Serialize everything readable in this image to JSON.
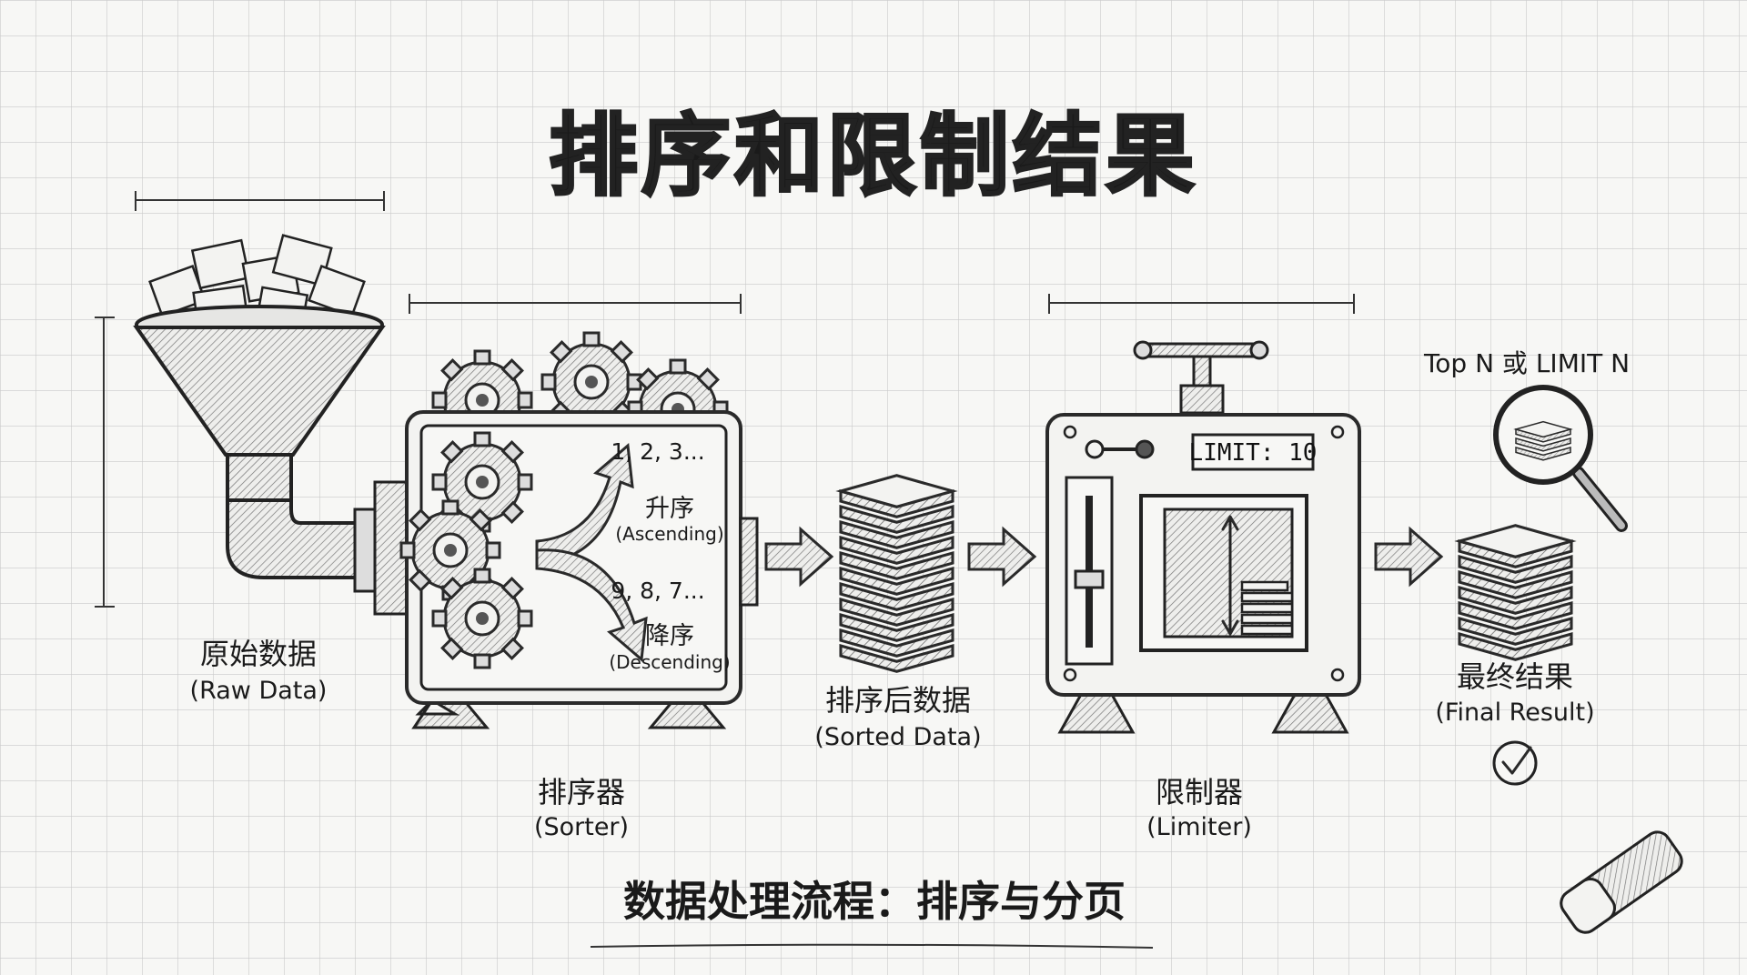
{
  "title": "排序和限制结果",
  "raw_data": {
    "label_zh": "原始数据",
    "label_en": "(Raw Data)"
  },
  "sorter": {
    "label_zh": "排序器",
    "label_en": "(Sorter)",
    "ascending": {
      "sequence": "1, 2, 3...",
      "label_zh": "升序",
      "label_en": "(Ascending)"
    },
    "descending": {
      "sequence": "9, 8, 7...",
      "label_zh": "降序",
      "label_en": "(Descending)"
    }
  },
  "sorted_data": {
    "label_zh": "排序后数据",
    "label_en": "(Sorted Data)"
  },
  "limiter": {
    "label_zh": "限制器",
    "label_en": "(Limiter)",
    "display": "LIMIT: 10"
  },
  "top_n": "Top N 或 LIMIT N",
  "final_result": {
    "label_zh": "最终结果",
    "label_en": "(Final Result)"
  },
  "subtitle": "数据处理流程：排序与分页",
  "colors": {
    "paper": "#f7f7f5",
    "grid": "#c9c9c9",
    "ink": "#1a1a1a"
  }
}
